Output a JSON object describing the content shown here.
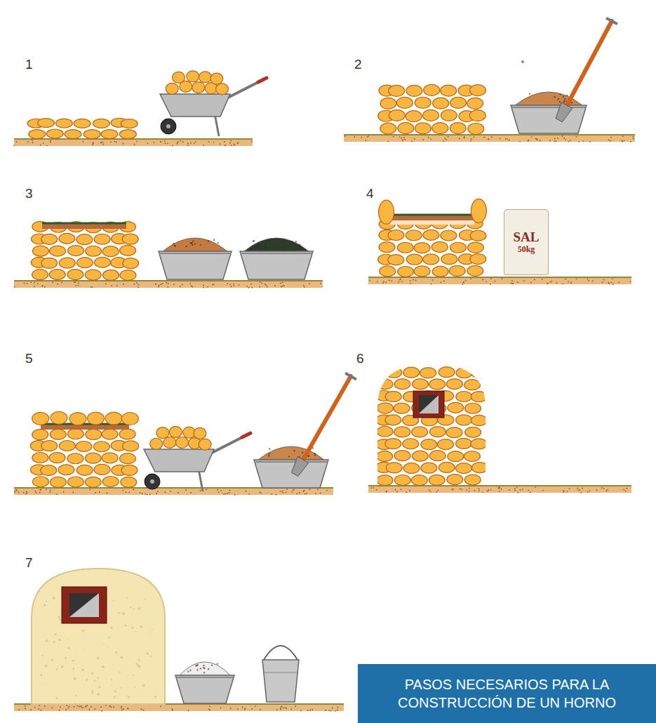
{
  "diagram": {
    "caption": "PASOS NECESARIOS PARA LA CONSTRUCCIÓN DE UN HORNO",
    "nodes": [
      {
        "text": [
          "SAL",
          "50kg"
        ]
      }
    ],
    "labels": [
      "1",
      "2",
      "3",
      "4",
      "5",
      "6",
      "7"
    ]
  }
}
